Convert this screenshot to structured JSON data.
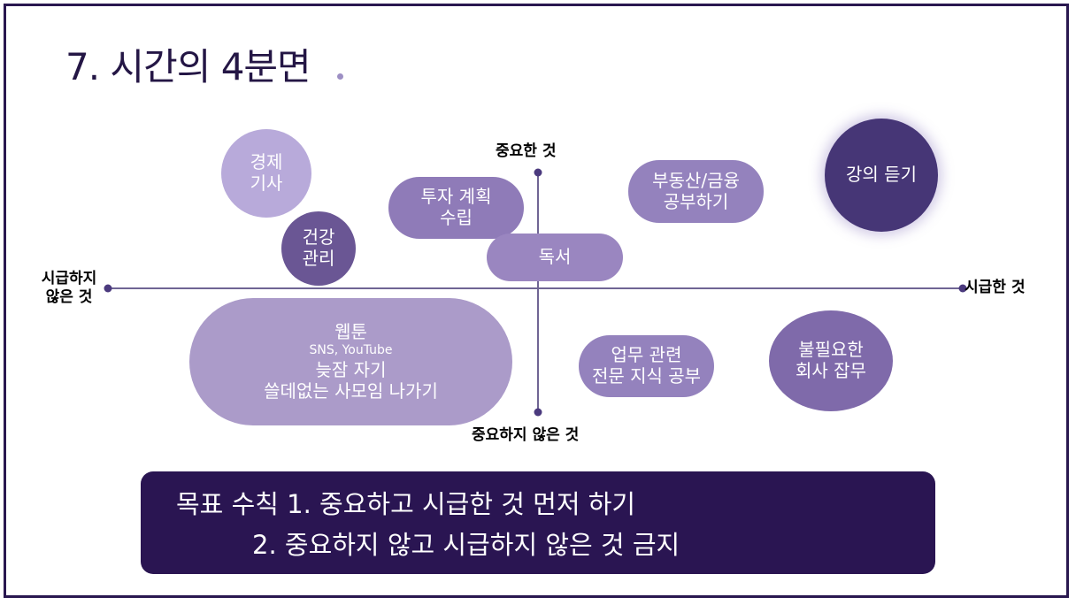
{
  "slide": {
    "title": "7. 시간의 4분면"
  },
  "axes": {
    "top_label": "중요한 것",
    "bottom_label": "중요하지 않은 것",
    "left_label_line1": "시급하지",
    "left_label_line2": "않은 것",
    "right_label": "시급한 것"
  },
  "bubbles": {
    "economy": {
      "lines": [
        "경제",
        "기사"
      ]
    },
    "health": {
      "lines": [
        "건강",
        "관리"
      ]
    },
    "invest": {
      "lines": [
        "투자 계획",
        "수립"
      ]
    },
    "reading": {
      "lines": [
        "독서"
      ]
    },
    "realestate": {
      "lines": [
        "부동산/금융",
        "공부하기"
      ]
    },
    "lecture": {
      "lines": [
        "강의 듣기"
      ]
    },
    "waste": {
      "lines": [
        "웹툰",
        "SNS, YouTube",
        "늦잠 자기",
        "쓸데없는 사모임 나가기"
      ]
    },
    "work": {
      "lines": [
        "업무 관련",
        "전문 지식 공부"
      ]
    },
    "chores": {
      "lines": [
        "불필요한",
        "회사 잡무"
      ]
    }
  },
  "colors": {
    "dark": "#2a1552",
    "deep_purple": "#4b3a7e",
    "medium_purple": "#7f6aaa",
    "light_purple": "#9a86c0",
    "pale_purple": "#b8aada"
  },
  "goal": {
    "line1": "목표 수칙 1. 중요하고 시급한 것 먼저 하기",
    "line2": "2. 중요하지 않고 시급하지 않은 것 금지"
  }
}
